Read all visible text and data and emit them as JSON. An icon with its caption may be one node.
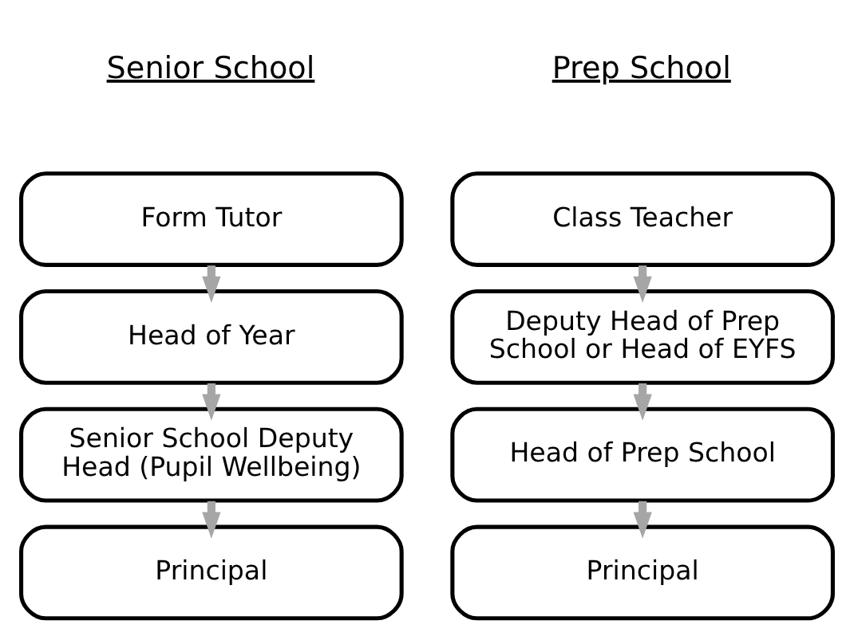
{
  "diagram": {
    "nodes": [
      {
        "text": [
          "Form Tutor"
        ]
      },
      {
        "text": [
          "Head of Year"
        ]
      },
      {
        "text": [
          "Senior School Deputy Head (Pupil Wellbeing)"
        ]
      },
      {
        "text": [
          "Principal"
        ]
      },
      {
        "text": [
          "Class Teacher"
        ]
      },
      {
        "text": [
          "Deputy Head of Prep School or Head of EYFS"
        ]
      },
      {
        "text": [
          "Head of Prep School"
        ]
      },
      {
        "text": [
          "Principal"
        ]
      }
    ],
    "edges": [
      {
        "from": 0,
        "to": 1,
        "arrow": "to"
      },
      {
        "from": 1,
        "to": 2,
        "arrow": "to"
      },
      {
        "from": 2,
        "to": 3,
        "arrow": "to"
      },
      {
        "from": 4,
        "to": 5,
        "arrow": "to"
      },
      {
        "from": 5,
        "to": 6,
        "arrow": "to"
      },
      {
        "from": 6,
        "to": 7,
        "arrow": "to"
      }
    ],
    "labels": [
      "Senior School",
      "Prep School"
    ]
  }
}
